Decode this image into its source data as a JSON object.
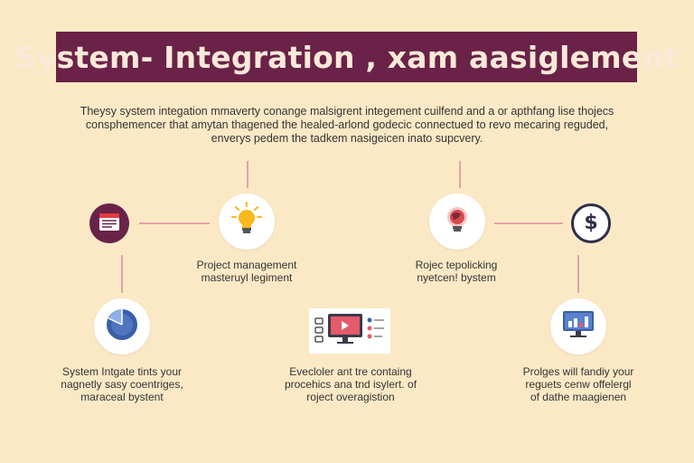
{
  "header": {
    "title": "System- Integration , xam aasiglement"
  },
  "intro": {
    "lines": [
      "Theysy system integation mmaverty conange malsigrent integement cuilfend and a or apthfang lise thojecs",
      "consphemencer that amytan thagened the healed-arlond godecic connectued to revo mecaring reguded,",
      "enverys pedem the tadkem nasigeicen inato supcvery."
    ]
  },
  "nodes": [
    {
      "icon": "calendar-icon",
      "label_lines": []
    },
    {
      "icon": "lightbulb-icon",
      "label_lines": [
        "Project management",
        "masteruyl legiment"
      ]
    },
    {
      "icon": "lightbulb-globe-icon",
      "label_lines": [
        "Rojec tepolicking",
        "nyetcen! bystem"
      ]
    },
    {
      "icon": "dollar-icon",
      "label_lines": []
    },
    {
      "icon": "pie-chart-icon",
      "label_lines": [
        "System Intgate tints your",
        "nagnetly sasy coentriges,",
        "maraceal bystent"
      ]
    },
    {
      "icon": "monitor-dashboard-icon",
      "label_lines": [
        "Evecloler ant tre containg",
        "procehics ana tnd isylert. of",
        "roject overagistion"
      ]
    },
    {
      "icon": "monitor-chart-icon",
      "label_lines": [
        "Prolges will fandiy your",
        "reguets cenw offelergl",
        "of dathe maagienen"
      ]
    }
  ],
  "colors": {
    "banner": "#6a2248",
    "background": "#fbe9c6",
    "connector": "#e2a3a3",
    "accent_purple": "#6a2248",
    "bulb_yellow": "#f7b91e",
    "chart_blue": "#3a5fa8"
  }
}
